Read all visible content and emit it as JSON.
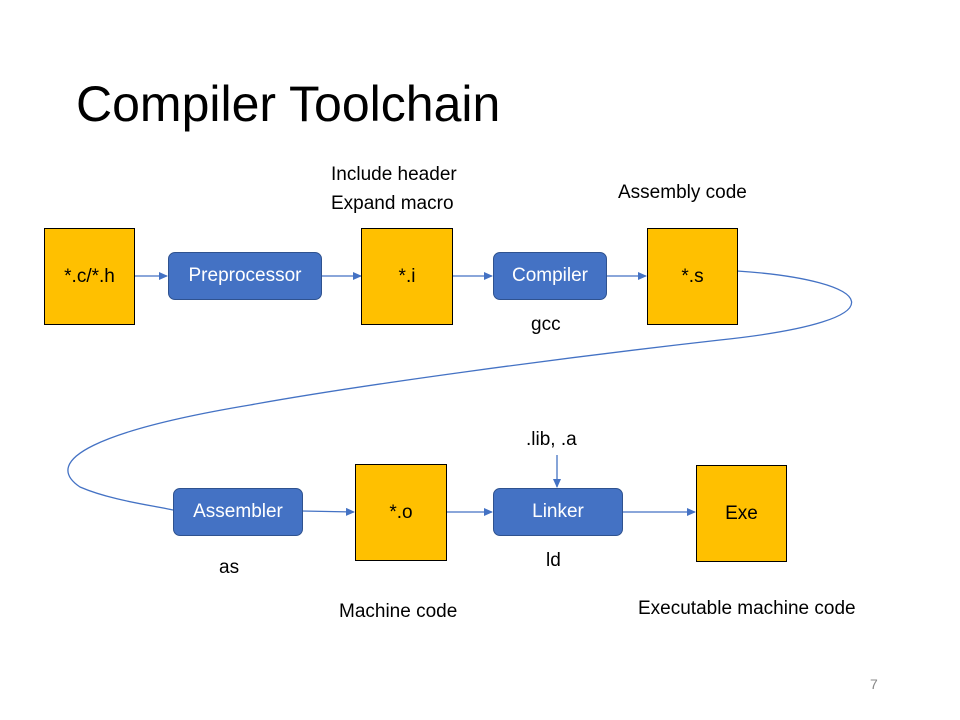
{
  "title": "Compiler Toolchain",
  "files": {
    "source": "*.c/*.h",
    "preprocessed": "*.i",
    "assembly": "*.s",
    "object": "*.o",
    "executable": "Exe"
  },
  "processors": {
    "preprocessor": "Preprocessor",
    "compiler": "Compiler",
    "assembler": "Assembler",
    "linker": "Linker"
  },
  "annotations": {
    "include_header": "Include header",
    "expand_macro": "Expand macro",
    "assembly_code": "Assembly code",
    "gcc": "gcc",
    "libs": ".lib, .a",
    "as": "as",
    "ld": "ld",
    "machine_code": "Machine code",
    "executable_machine_code": "Executable machine code"
  },
  "slide_number": "7",
  "colors": {
    "file_fill": "#FFC000",
    "process_fill": "#4472C4",
    "arrow": "#4472C4"
  }
}
